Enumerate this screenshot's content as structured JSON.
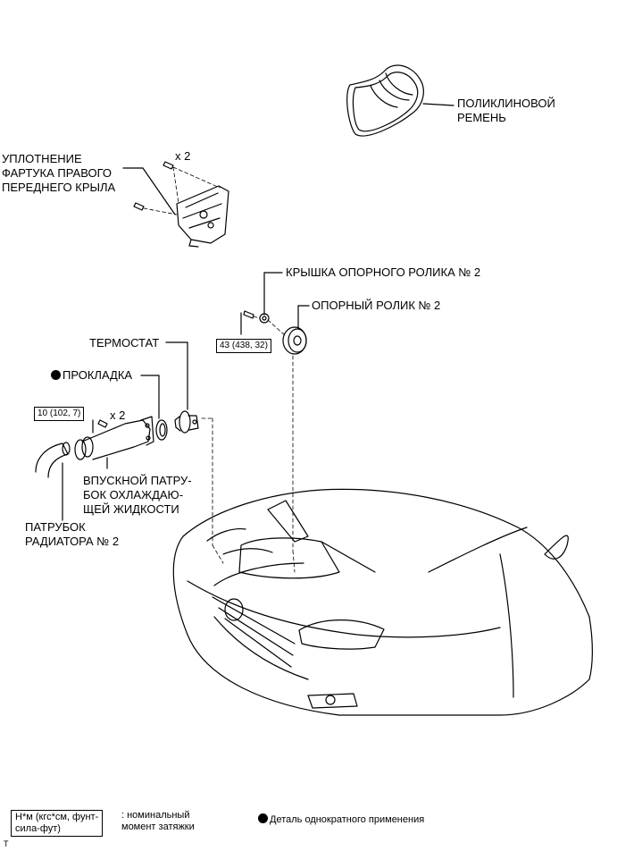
{
  "labels": {
    "belt": [
      "ПОЛИКЛИНОВОЙ",
      "РЕМЕНЬ"
    ],
    "fender_seal": [
      "УПЛОТНЕНИЕ",
      "ФАРТУКА ПРАВОГО",
      "ПЕРЕДНЕГО КРЫЛА"
    ],
    "fender_qty": "x 2",
    "idler_cover": "КРЫШКА ОПОРНОГО РОЛИКА № 2",
    "idler": "ОПОРНЫЙ РОЛИК № 2",
    "idler_torque": "43 (438, 32)",
    "thermostat": "ТЕРМОСТАТ",
    "gasket": "ПРОКЛАДКА",
    "inlet_torque": "10 (102, 7)",
    "inlet_qty": "x 2",
    "inlet": [
      "ВПУСКНОЙ ПАТРУ-",
      "БОК ОХЛАЖДАЮ-",
      "ЩЕЙ ЖИДКОСТИ"
    ],
    "hose": [
      "ПАТРУБОК",
      "РАДИАТОРА № 2"
    ]
  },
  "legend": {
    "torque_box": [
      "Н*м (кгс*см, фунт-",
      "сила-фут)"
    ],
    "torque_desc": [
      ": номинальный",
      "момент затяжки"
    ],
    "non_reusable": "Деталь однократного применения"
  },
  "footer_mark": "T"
}
